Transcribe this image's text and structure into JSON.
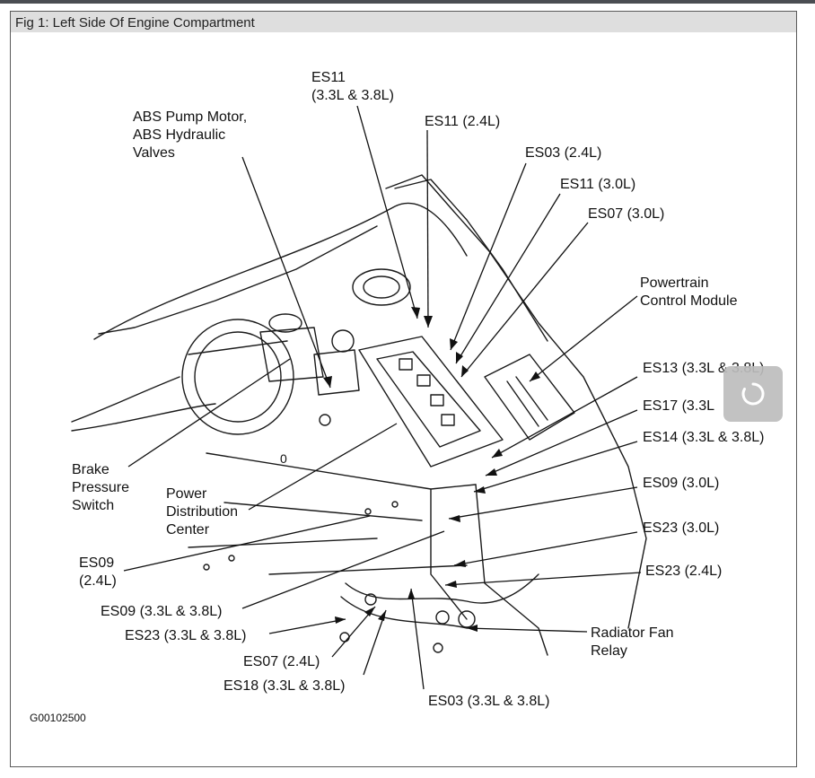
{
  "figure": {
    "title": "Fig 1: Left Side Of Engine Compartment",
    "code": "G00102500"
  },
  "labels": {
    "es11_33_38": "ES11\n(3.3L & 3.8L)",
    "abs_pump": "ABS Pump Motor,\nABS Hydraulic\nValves",
    "es11_24": "ES11 (2.4L)",
    "es03_24": "ES03 (2.4L)",
    "es11_30": "ES11 (3.0L)",
    "es07_30": "ES07 (3.0L)",
    "pcm": "Powertrain\nControl Module",
    "es13": "ES13 (3.3L & 3.8L)",
    "es17": "ES17 (3.3L",
    "es14": "ES14 (3.3L & 3.8L)",
    "es09_30": "ES09 (3.0L)",
    "es23_30": "ES23 (3.0L)",
    "es23_24": "ES23 (2.4L)",
    "radiator_fan": "Radiator Fan\nRelay",
    "brake_pressure": "Brake\nPressure\nSwitch",
    "power_dist": "Power\nDistribution\nCenter",
    "es09_24": "ES09\n(2.4L)",
    "es09_33_38": "ES09 (3.3L & 3.8L)",
    "es23_33_38": "ES23 (3.3L & 3.8L)",
    "es07_24": "ES07 (2.4L)",
    "es18": "ES18 (3.3L & 3.8L)",
    "es03_33_38": "ES03 (3.3L & 3.8L)",
    "center_mark": "0"
  },
  "overlay": {
    "icon": "loading-spinner-icon"
  }
}
